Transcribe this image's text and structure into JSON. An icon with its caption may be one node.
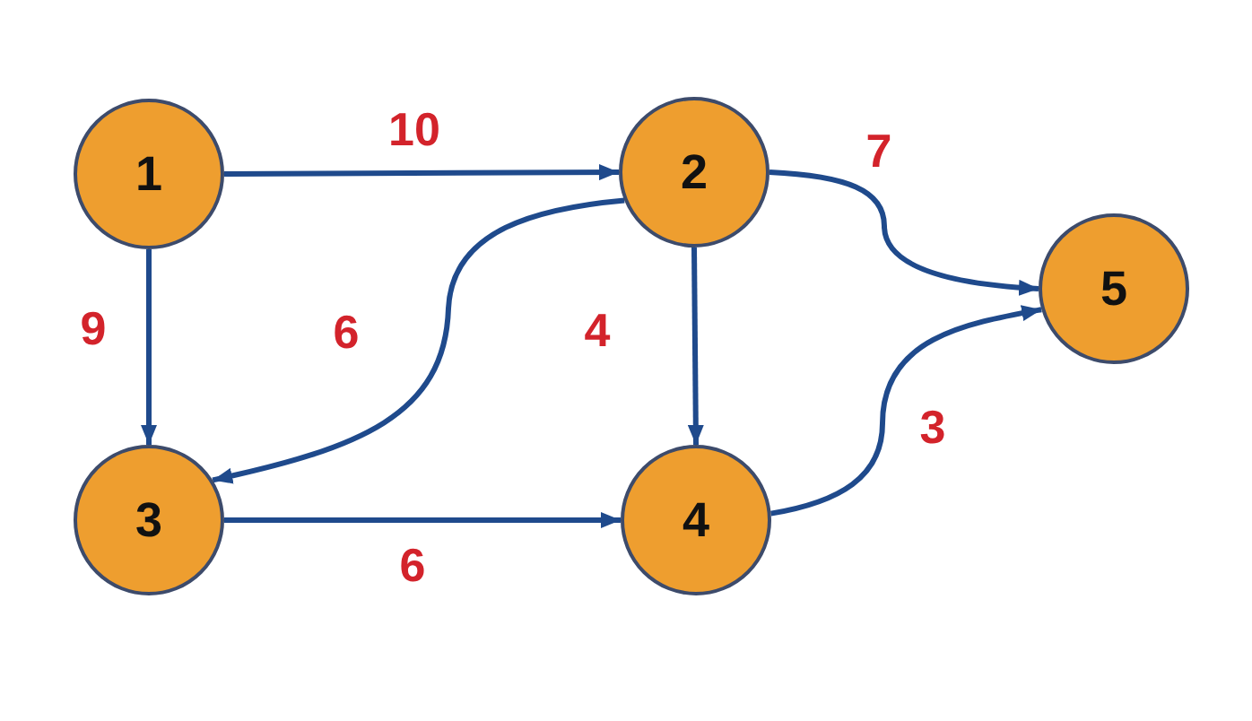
{
  "diagram": {
    "nodes": [
      {
        "text": [
          "1"
        ]
      },
      {
        "text": [
          "2"
        ]
      },
      {
        "text": [
          "3"
        ]
      },
      {
        "text": [
          "4"
        ]
      },
      {
        "text": [
          "5"
        ]
      }
    ],
    "edges": [
      {
        "from": 0,
        "to": 1,
        "arrow": "to",
        "label": "10"
      },
      {
        "from": 0,
        "to": 2,
        "arrow": "to",
        "label": "9"
      },
      {
        "from": 1,
        "to": 2,
        "arrow": "to",
        "label": "6"
      },
      {
        "from": 1,
        "to": 3,
        "arrow": "to",
        "label": "4"
      },
      {
        "from": 1,
        "to": 4,
        "arrow": "to",
        "label": "7"
      },
      {
        "from": 2,
        "to": 3,
        "arrow": "to",
        "label": "6"
      },
      {
        "from": 3,
        "to": 4,
        "arrow": "to",
        "label": "3"
      }
    ]
  }
}
